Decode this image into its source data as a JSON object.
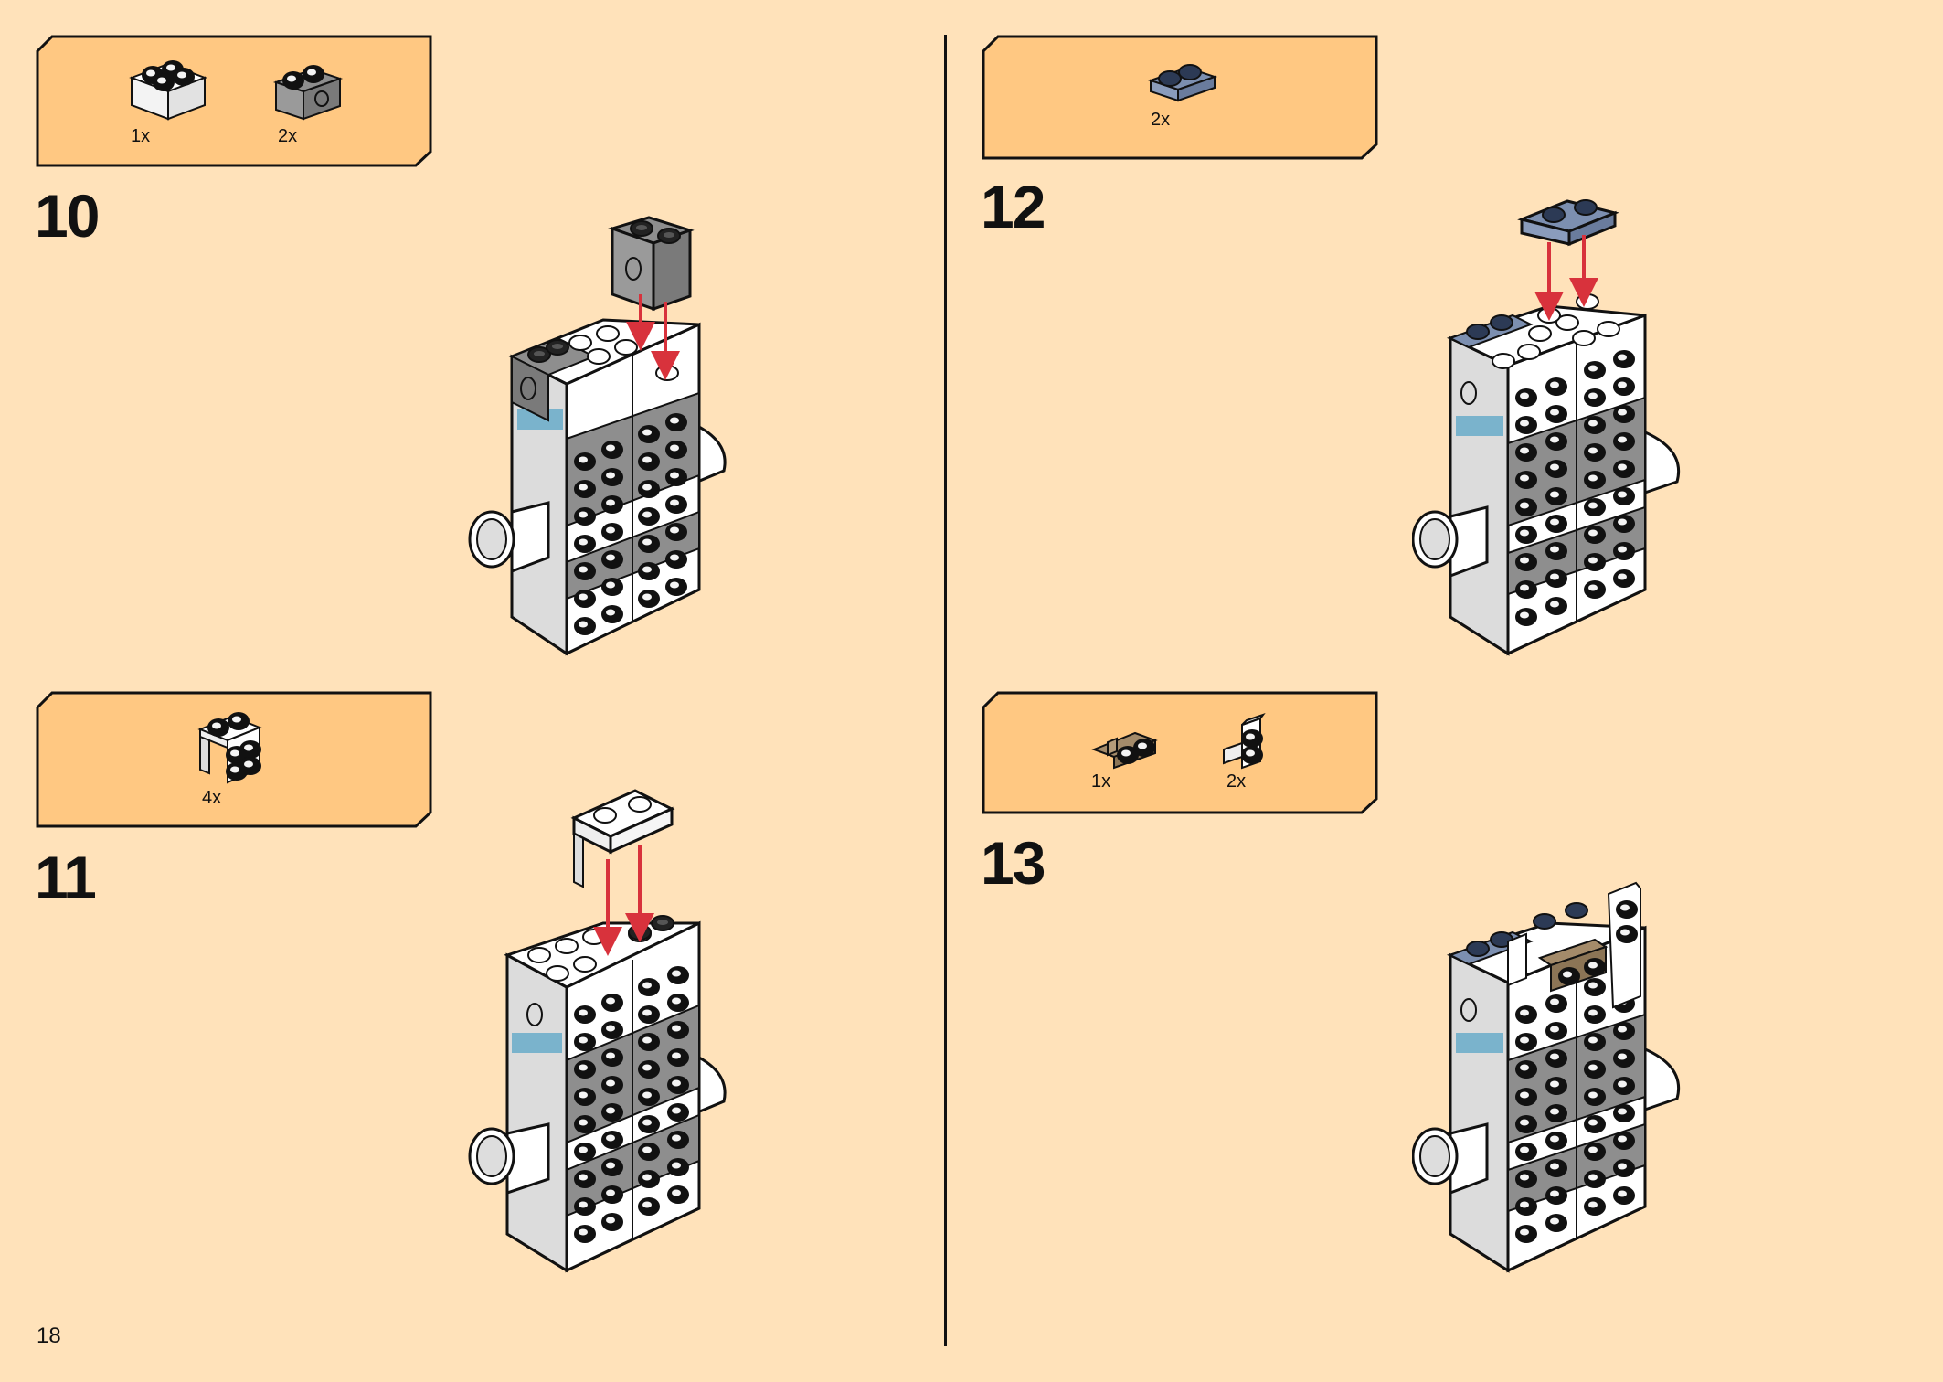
{
  "page_number": "18",
  "steps": [
    {
      "number": "10",
      "parts": [
        {
          "qty": "1x",
          "icon": "white-brick-2x2-icon"
        },
        {
          "qty": "2x",
          "icon": "gray-technic-brick-1x2-icon"
        }
      ]
    },
    {
      "number": "11",
      "parts": [
        {
          "qty": "4x",
          "icon": "white-bracket-icon"
        }
      ]
    },
    {
      "number": "12",
      "parts": [
        {
          "qty": "2x",
          "icon": "sand-blue-plate-1x2-icon"
        }
      ]
    },
    {
      "number": "13",
      "parts": [
        {
          "qty": "1x",
          "icon": "tan-bracket-icon"
        },
        {
          "qty": "2x",
          "icon": "white-bracket-icon"
        }
      ]
    }
  ],
  "colors": {
    "background": "#FFE2BA",
    "callout": "#FFC882",
    "arrow": "#D8323C",
    "gray": "#8E8E8E",
    "dark_gray": "#5C5C5C",
    "sand_blue": "#7C8FB0",
    "tan": "#A48B6A"
  }
}
